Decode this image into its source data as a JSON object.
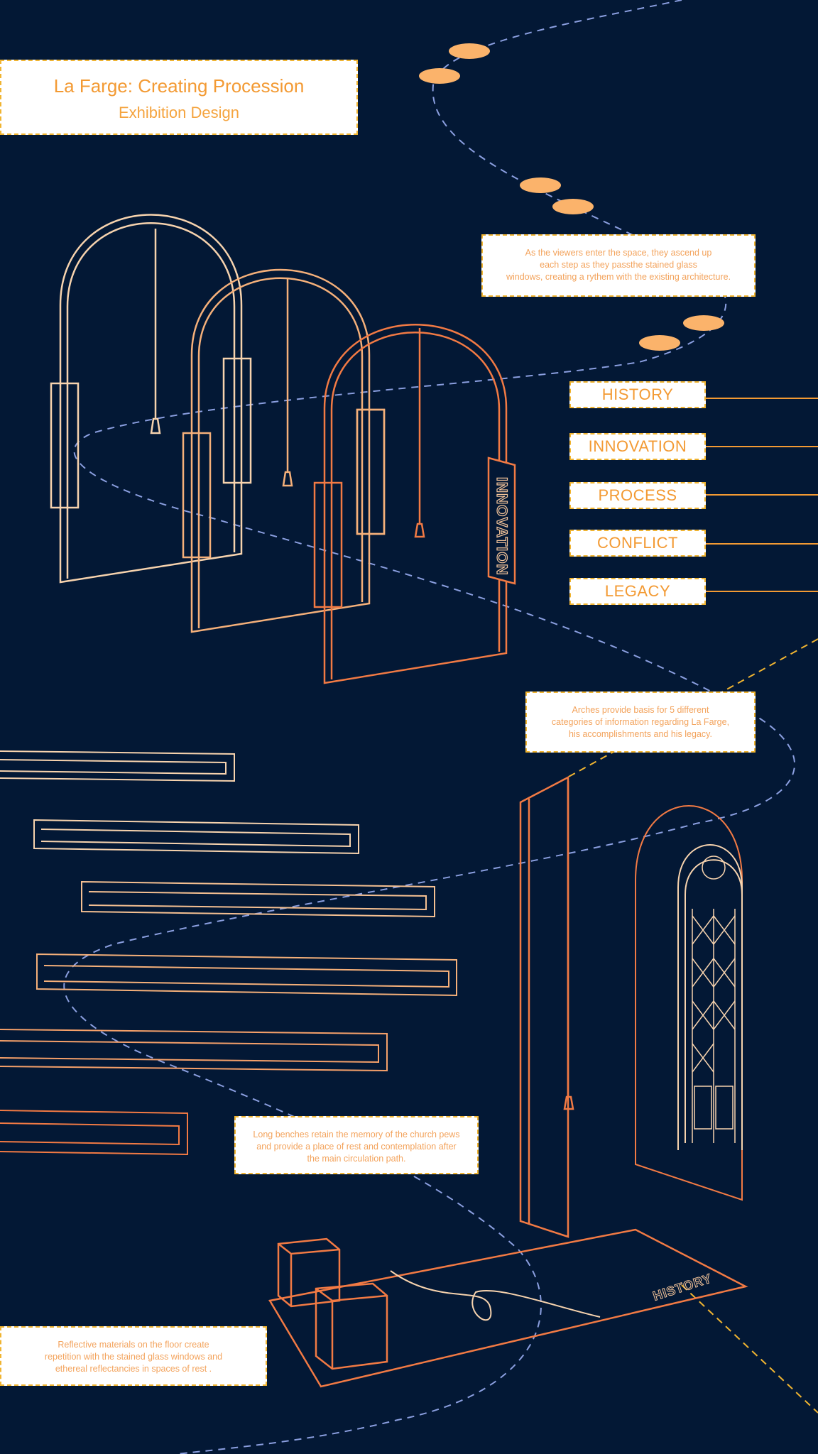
{
  "title": {
    "main": "La Farge: Creating Procession",
    "sub": "Exhibition Design"
  },
  "categories": [
    "HISTORY",
    "INNOVATION",
    "PROCESS",
    "CONFLICT",
    "LEGACY"
  ],
  "annotations": {
    "steps": [
      "As the viewers enter the space, they ascend up",
      "each step as they passthe stained glass",
      "windows, creating a rythem with the existing architecture."
    ],
    "arches": [
      "Arches provide basis for 5 different",
      "categories of information regarding La Farge,",
      "his accomplishments and his legacy."
    ],
    "benches": [
      "Long benches retain the memory of the church pews",
      "and provide a place of rest and contemplation after",
      "the main circulation path."
    ],
    "floor": [
      "Reflective materials on the floor create",
      "repetition with the stained glass windows and",
      "ethereal reflectancies in spaces of rest ."
    ]
  },
  "signage": {
    "arch_sign": "INNOVATION",
    "floor_sign": "HISTORY"
  },
  "colors": {
    "background": "#031835",
    "accent_orange": "#f39a33",
    "path_dash": "#8b9fe0",
    "highlight_yellow": "#f0b431",
    "step_fill": "#fbb36b"
  }
}
